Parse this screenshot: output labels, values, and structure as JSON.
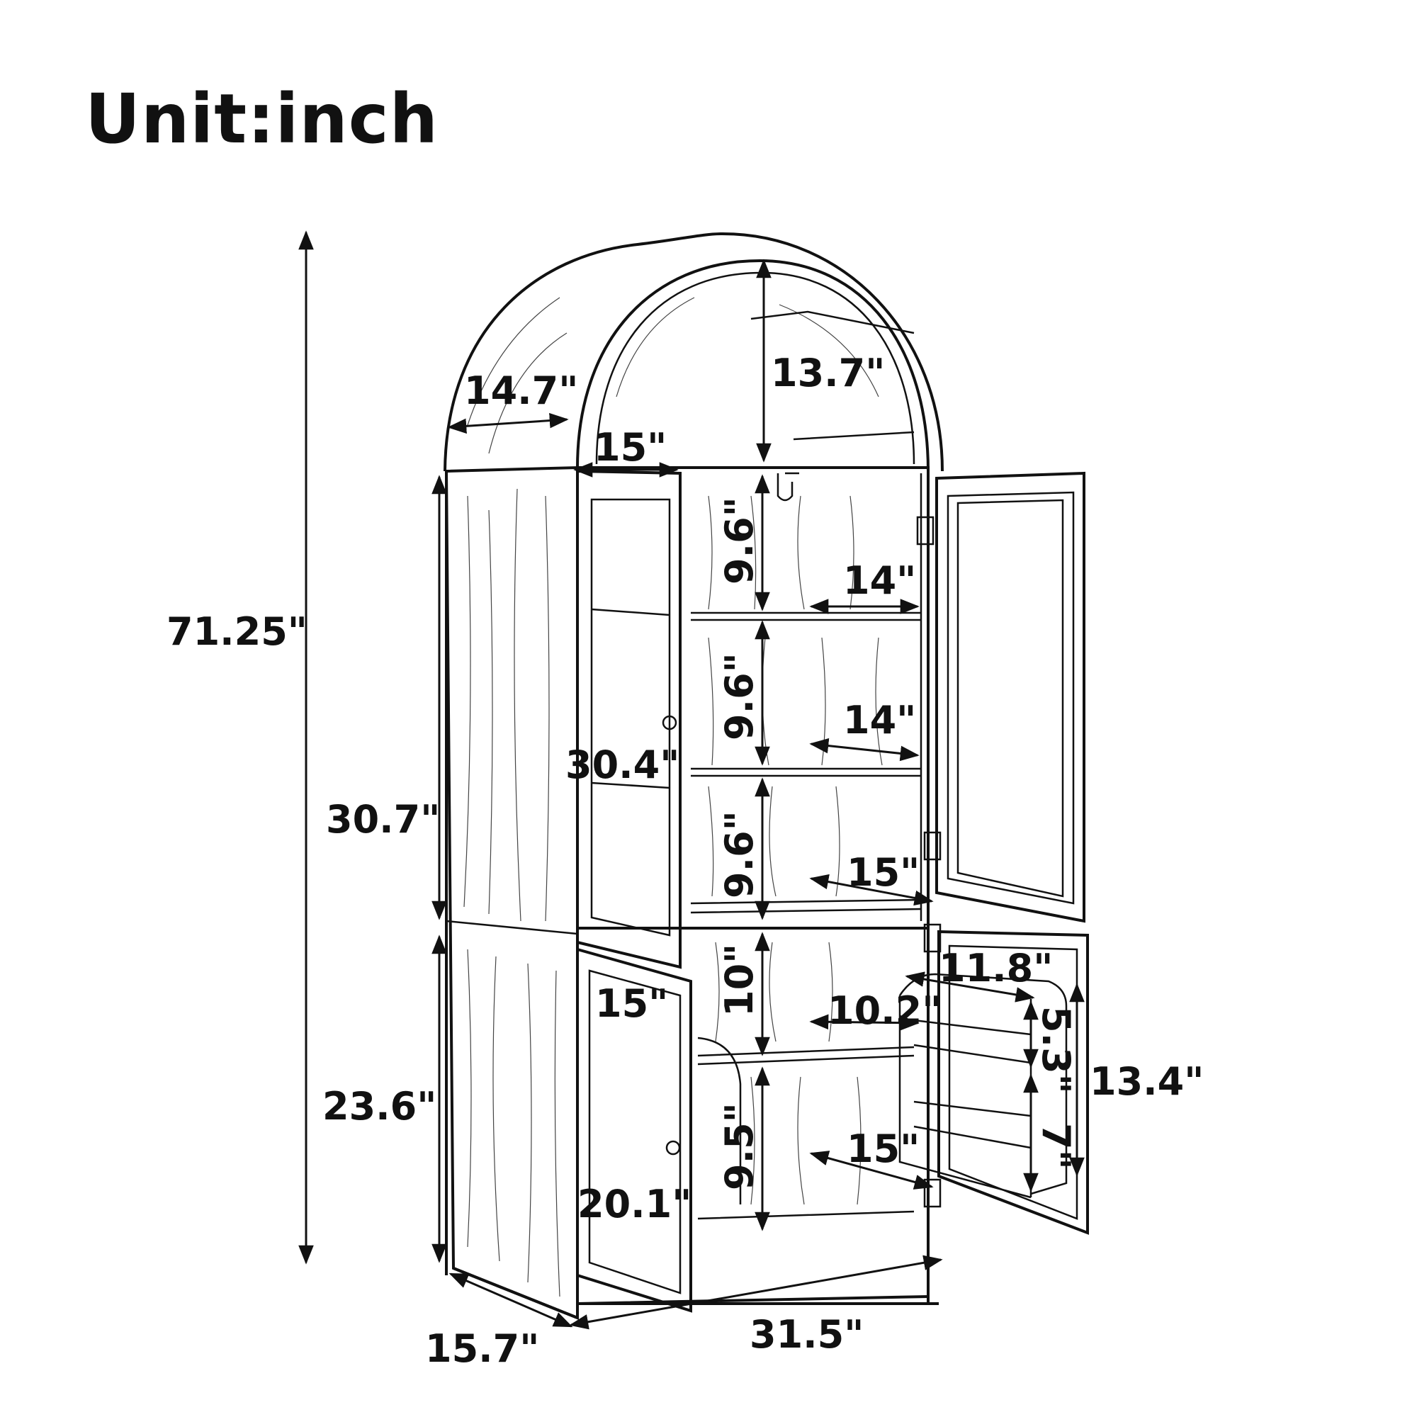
{
  "title": "Unit:inch",
  "dimensions": {
    "overall_height": "71.25\"",
    "upper_height": "30.7\"",
    "lower_height": "23.6\"",
    "arch_depth": "14.7\"",
    "arch_height": "13.7\"",
    "upper_door_width": "15\"",
    "upper_door_height": "30.4\"",
    "shelf_gap_1": "9.6\"",
    "shelf_gap_2": "9.6\"",
    "shelf_gap_3": "9.6\"",
    "shelf_depth_1": "14\"",
    "shelf_depth_2": "14\"",
    "shelf_depth_3": "15\"",
    "lower_door_width": "15\"",
    "lower_gap_top": "10\"",
    "lower_gap_bottom": "9.5\"",
    "lower_shelf_depth_top": "10.2\"",
    "lower_shelf_depth_bottom": "15\"",
    "lower_door_height": "20.1\"",
    "rack_width": "11.8\"",
    "rack_gap_top": "5.3\"",
    "rack_gap_bottom": "7\"",
    "rack_height": "13.4\"",
    "base_depth": "15.7\"",
    "base_width": "31.5\""
  }
}
